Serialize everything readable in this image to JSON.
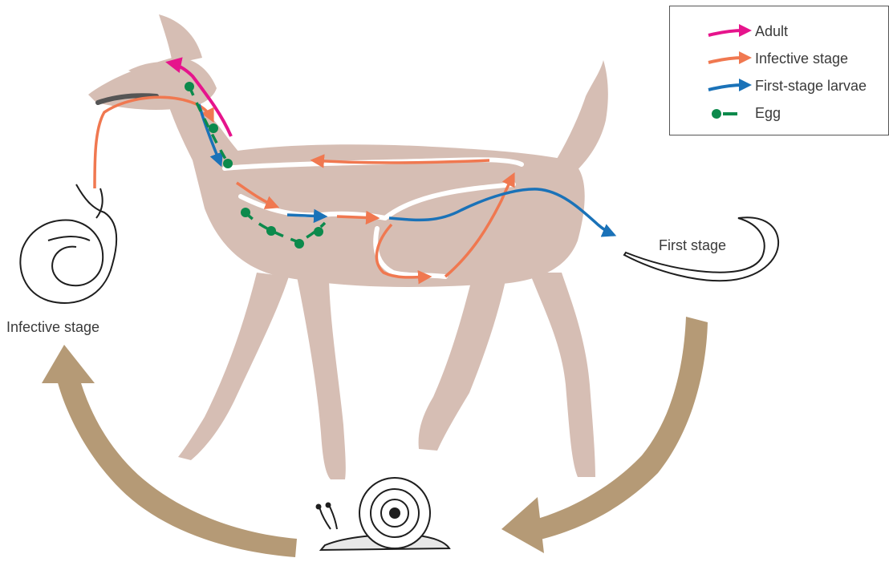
{
  "legend": {
    "items": [
      {
        "label": "Adult",
        "color": "#e6148c",
        "kind": "arrow"
      },
      {
        "label": "Infective stage",
        "color": "#f07850",
        "kind": "arrow"
      },
      {
        "label": "First-stage larvae",
        "color": "#1a72b8",
        "kind": "arrow"
      },
      {
        "label": "Egg",
        "color": "#0c8a4c",
        "kind": "dot"
      }
    ]
  },
  "stages": {
    "infective_label": "Infective stage",
    "first_label": "First stage"
  },
  "colors": {
    "host_body": "#d6beb4",
    "cycle_arrow": "#b59a76",
    "illustration_ink": "#1e1e1e"
  },
  "icons": {
    "host": "deer-silhouette-icon",
    "snail": "snail-icon",
    "larva_infective": "coiled-larva-icon",
    "larva_first": "curved-larva-icon"
  }
}
